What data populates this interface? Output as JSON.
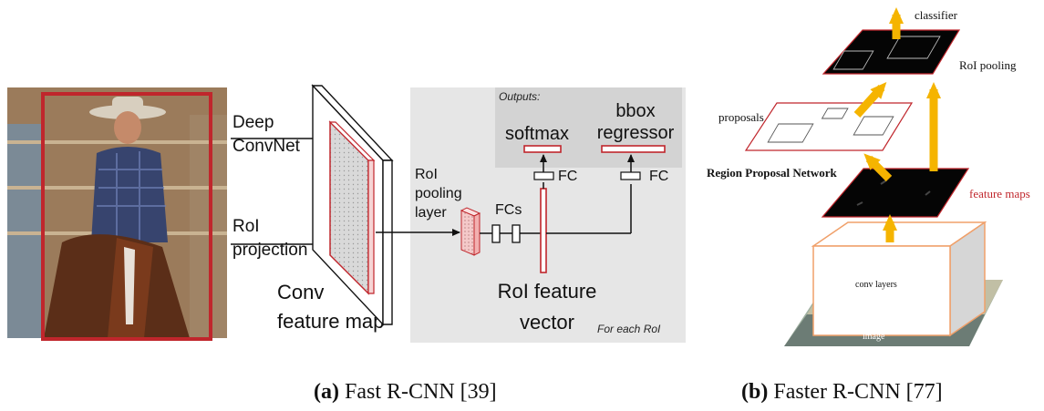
{
  "panel_a": {
    "deep_convnet": [
      "Deep",
      "ConvNet"
    ],
    "roi_projection": [
      "RoI",
      "projection"
    ],
    "conv_feature_map": [
      "Conv",
      "feature map"
    ],
    "roi_pooling_layer": [
      "RoI",
      "pooling",
      "layer"
    ],
    "fcs": "FCs",
    "fc_left": "FC",
    "fc_right": "FC",
    "outputs": "Outputs:",
    "softmax": "softmax",
    "bbox_regressor": [
      "bbox",
      "regressor"
    ],
    "roi_feature_vector": [
      "RoI feature",
      "vector"
    ],
    "for_each_roi": "For each RoI",
    "caption_letter": "a",
    "caption_text": " Fast R-CNN [39]"
  },
  "panel_b": {
    "classifier": "classifier",
    "roi_pooling": "RoI pooling",
    "proposals": "proposals",
    "region_proposal_network": "Region Proposal Network",
    "feature_maps": "feature maps",
    "conv_layers": "conv layers",
    "image": "image",
    "caption_letter": "b",
    "caption_text": " Faster R-CNN [77]"
  },
  "colors": {
    "accent_red": "#c0262c",
    "arrow_yellow": "#f5b400",
    "panel_gray": "#e6e6e6",
    "outputs_gray": "#d3d3d3",
    "conv_box_orange": "#f0a06a"
  }
}
